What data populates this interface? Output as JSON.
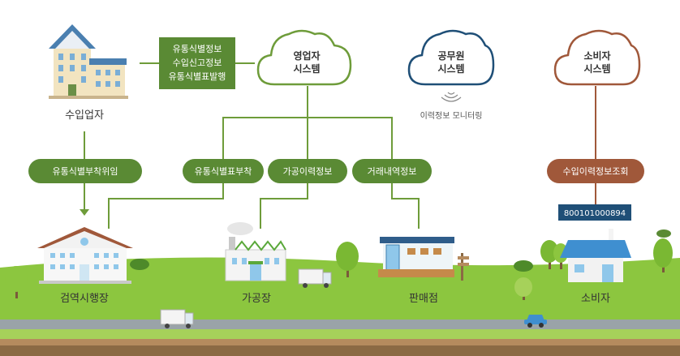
{
  "nodes": {
    "importer": {
      "label": "수입업자"
    },
    "inspection": {
      "label": "검역시행장"
    },
    "processing": {
      "label": "가공장"
    },
    "store": {
      "label": "판매점"
    },
    "consumer": {
      "label": "소비자"
    }
  },
  "clouds": {
    "business": {
      "line1": "영업자",
      "line2": "시스템"
    },
    "official": {
      "line1": "공무원",
      "line2": "시스템"
    },
    "consumer": {
      "line1": "소비자",
      "line2": "시스템"
    }
  },
  "info_box": {
    "line1": "유통식별정보",
    "line2": "수입신고정보",
    "line3": "유통식별표발행"
  },
  "monitoring_label": "이력정보 모니터링",
  "pills": {
    "delegate": "유통식별부착위임",
    "attach": "유통식별표부착",
    "processing_history": "가공이력정보",
    "transaction": "거래내역정보",
    "import_history": "수입이력정보조회"
  },
  "barcode": "800101000894",
  "colors": {
    "green_dark": "#5a8a34",
    "green_line": "#6e9c3a",
    "brown": "#a0583a",
    "navy": "#1f4f77",
    "grass": "#8cc63f",
    "road": "#9aa3a8"
  }
}
